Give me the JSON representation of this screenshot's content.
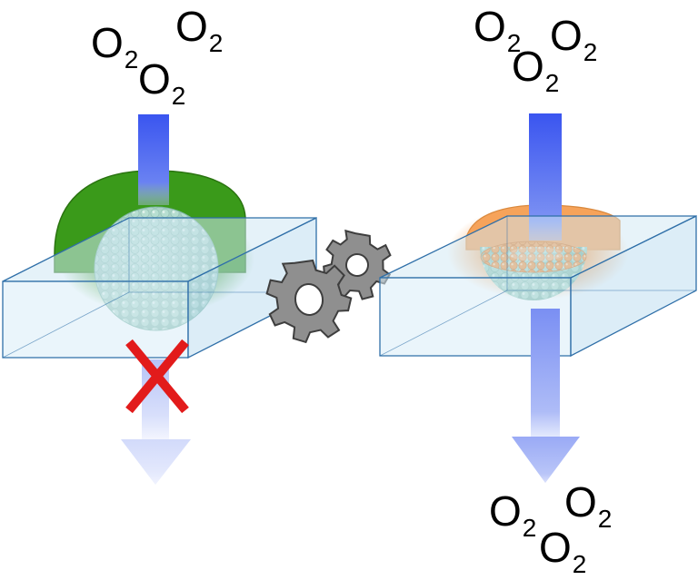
{
  "labels": {
    "o2_symbol": "O",
    "o2_subscript": "2"
  },
  "molecules": {
    "left_top": [
      "O2",
      "O2",
      "O2"
    ],
    "right_top": [
      "O2",
      "O2",
      "O2"
    ],
    "right_bottom": [
      "O2",
      "O2",
      "O2"
    ]
  },
  "panels": {
    "left": {
      "oxygen_passes": false,
      "cap_color": "#3a9a1a"
    },
    "right": {
      "oxygen_passes": true,
      "cap_color": "#f6a35a"
    }
  },
  "colors": {
    "flow_arrow": "#3a55f0",
    "block_fill": "#cfe8f4",
    "block_edge": "#2f6fa8",
    "bead_shell": "#8cc8b6",
    "bead_core": "#f39a4c",
    "gear": "#8c8c8c",
    "blocked_mark": "#e21b1b"
  },
  "icons": [
    "gears-icon",
    "cross-mark-icon",
    "arrow-down-icon"
  ]
}
